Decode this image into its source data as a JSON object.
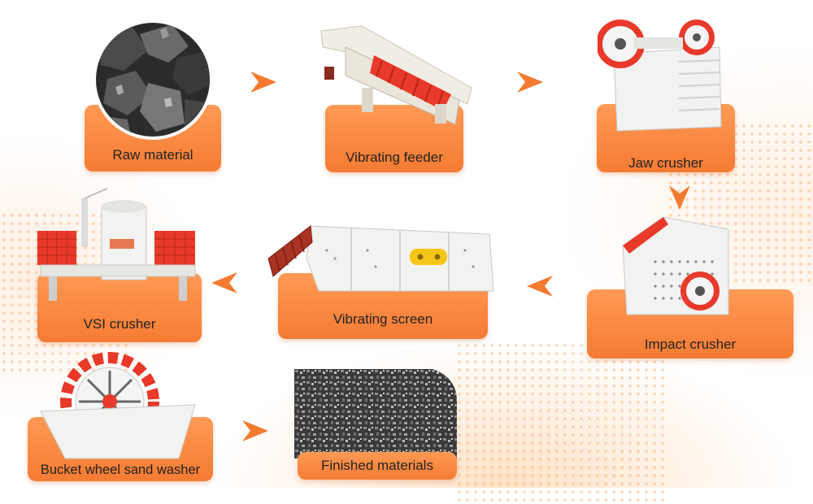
{
  "steps": {
    "raw_material": "Raw material",
    "vibrating_feeder": "Vibrating feeder",
    "jaw_crusher": "Jaw crusher",
    "impact_crusher": "Impact crusher",
    "vibrating_screen": "Vibrating screen",
    "vsi_crusher": "VSI crusher",
    "bucket_wheel_sand_washer": "Bucket wheel sand washer",
    "finished_materials": "Finished materials"
  },
  "colors": {
    "card_orange": "#f67b33",
    "arrow_orange": "#f47a2f",
    "machine_red": "#e8392a",
    "machine_white": "#f2f2f0"
  },
  "icons": {
    "flow_arrow": "chevron-arrow-icon"
  }
}
